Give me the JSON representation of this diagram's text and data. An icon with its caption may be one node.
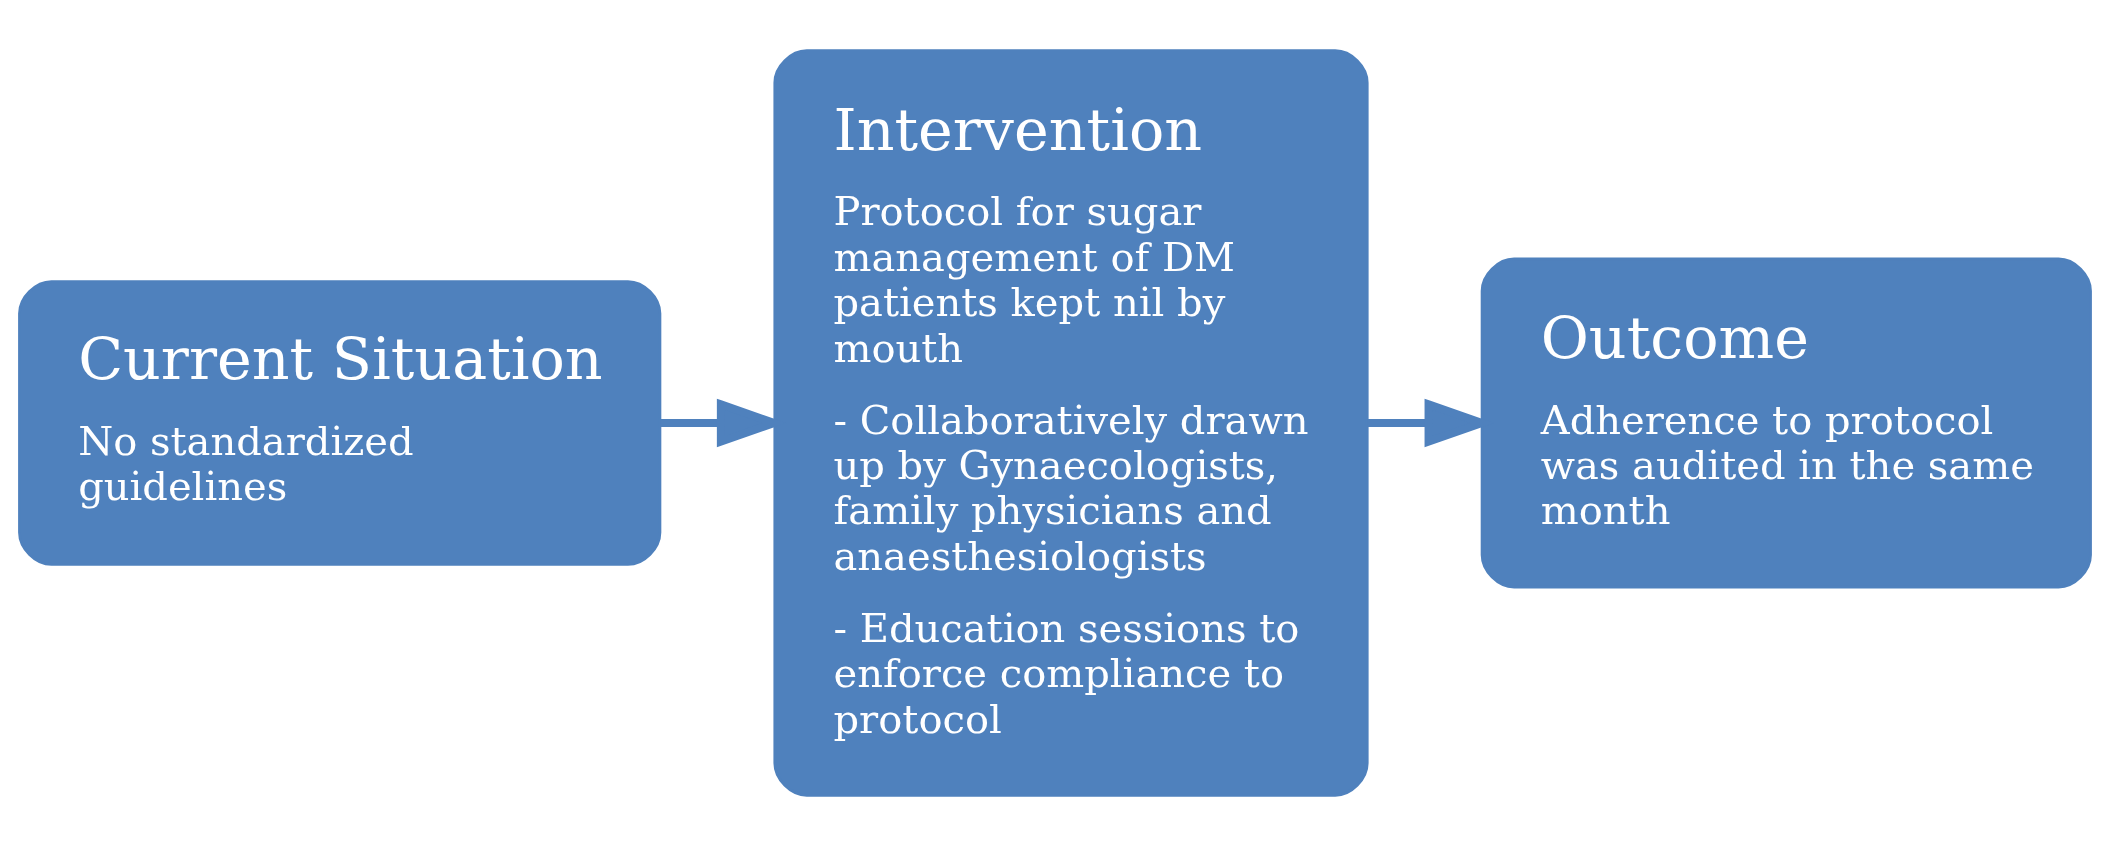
{
  "diagram": {
    "nodes": [
      {
        "text": [
          "Current Situation",
          "No standardized guidelines"
        ]
      },
      {
        "text": [
          "Intervention",
          "Protocol for sugar management of DM patients kept nil by mouth",
          "- Collaboratively drawn up by Gynaecologists, family physicians and anaesthesiologists",
          "- Education sessions to enforce compliance to protocol"
        ]
      },
      {
        "text": [
          "Outcome",
          "Adherence to protocol was audited in the same month"
        ]
      }
    ],
    "edges": [
      {
        "from": 0,
        "to": 1,
        "arrow": "to"
      },
      {
        "from": 1,
        "to": 2,
        "arrow": "to"
      }
    ]
  }
}
